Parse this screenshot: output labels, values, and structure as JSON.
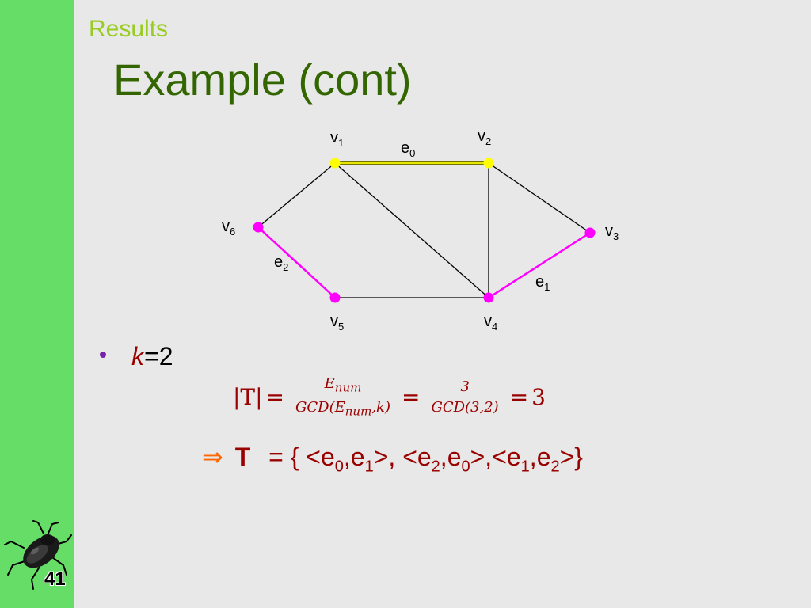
{
  "slide": {
    "section_label": "Results",
    "title": "Example (cont)",
    "page_number": "41"
  },
  "graph": {
    "vertices": [
      {
        "id": "v1",
        "base": "v",
        "sub": "1",
        "color": "#ffff00"
      },
      {
        "id": "v2",
        "base": "v",
        "sub": "2",
        "color": "#ffff00"
      },
      {
        "id": "v3",
        "base": "v",
        "sub": "3",
        "color": "#ff00ff"
      },
      {
        "id": "v4",
        "base": "v",
        "sub": "4",
        "color": "#ff00ff"
      },
      {
        "id": "v5",
        "base": "v",
        "sub": "5",
        "color": "#ff00ff"
      },
      {
        "id": "v6",
        "base": "v",
        "sub": "6",
        "color": "#ff00ff"
      }
    ],
    "edge_labels": [
      {
        "id": "e0",
        "base": "e",
        "sub": "0"
      },
      {
        "id": "e1",
        "base": "e",
        "sub": "1"
      },
      {
        "id": "e2",
        "base": "e",
        "sub": "2"
      }
    ],
    "highlight_colors": {
      "e0": "#e6e600",
      "e1": "#ff00ff",
      "e2": "#ff00ff"
    }
  },
  "bullet": {
    "var": "k",
    "rest": "=2"
  },
  "equation": {
    "lhs": "|T|",
    "eq1": "=",
    "frac1_num": "E",
    "frac1_num_sub": "num",
    "frac1_den": "GCD(E",
    "frac1_den_sub": "num",
    "frac1_den_tail": ",k)",
    "eq2": "=",
    "frac2_num": "3",
    "frac2_den": "GCD(3,2)",
    "eq3": "=",
    "rhs": "3"
  },
  "result": {
    "arrow": "⇒",
    "var": "T",
    "expr_parts": [
      "= { <e",
      "0",
      ",e",
      "1",
      ">, <e",
      "2",
      ",e",
      "0",
      ">,<e",
      "1",
      ",e",
      "2",
      ">}"
    ]
  }
}
